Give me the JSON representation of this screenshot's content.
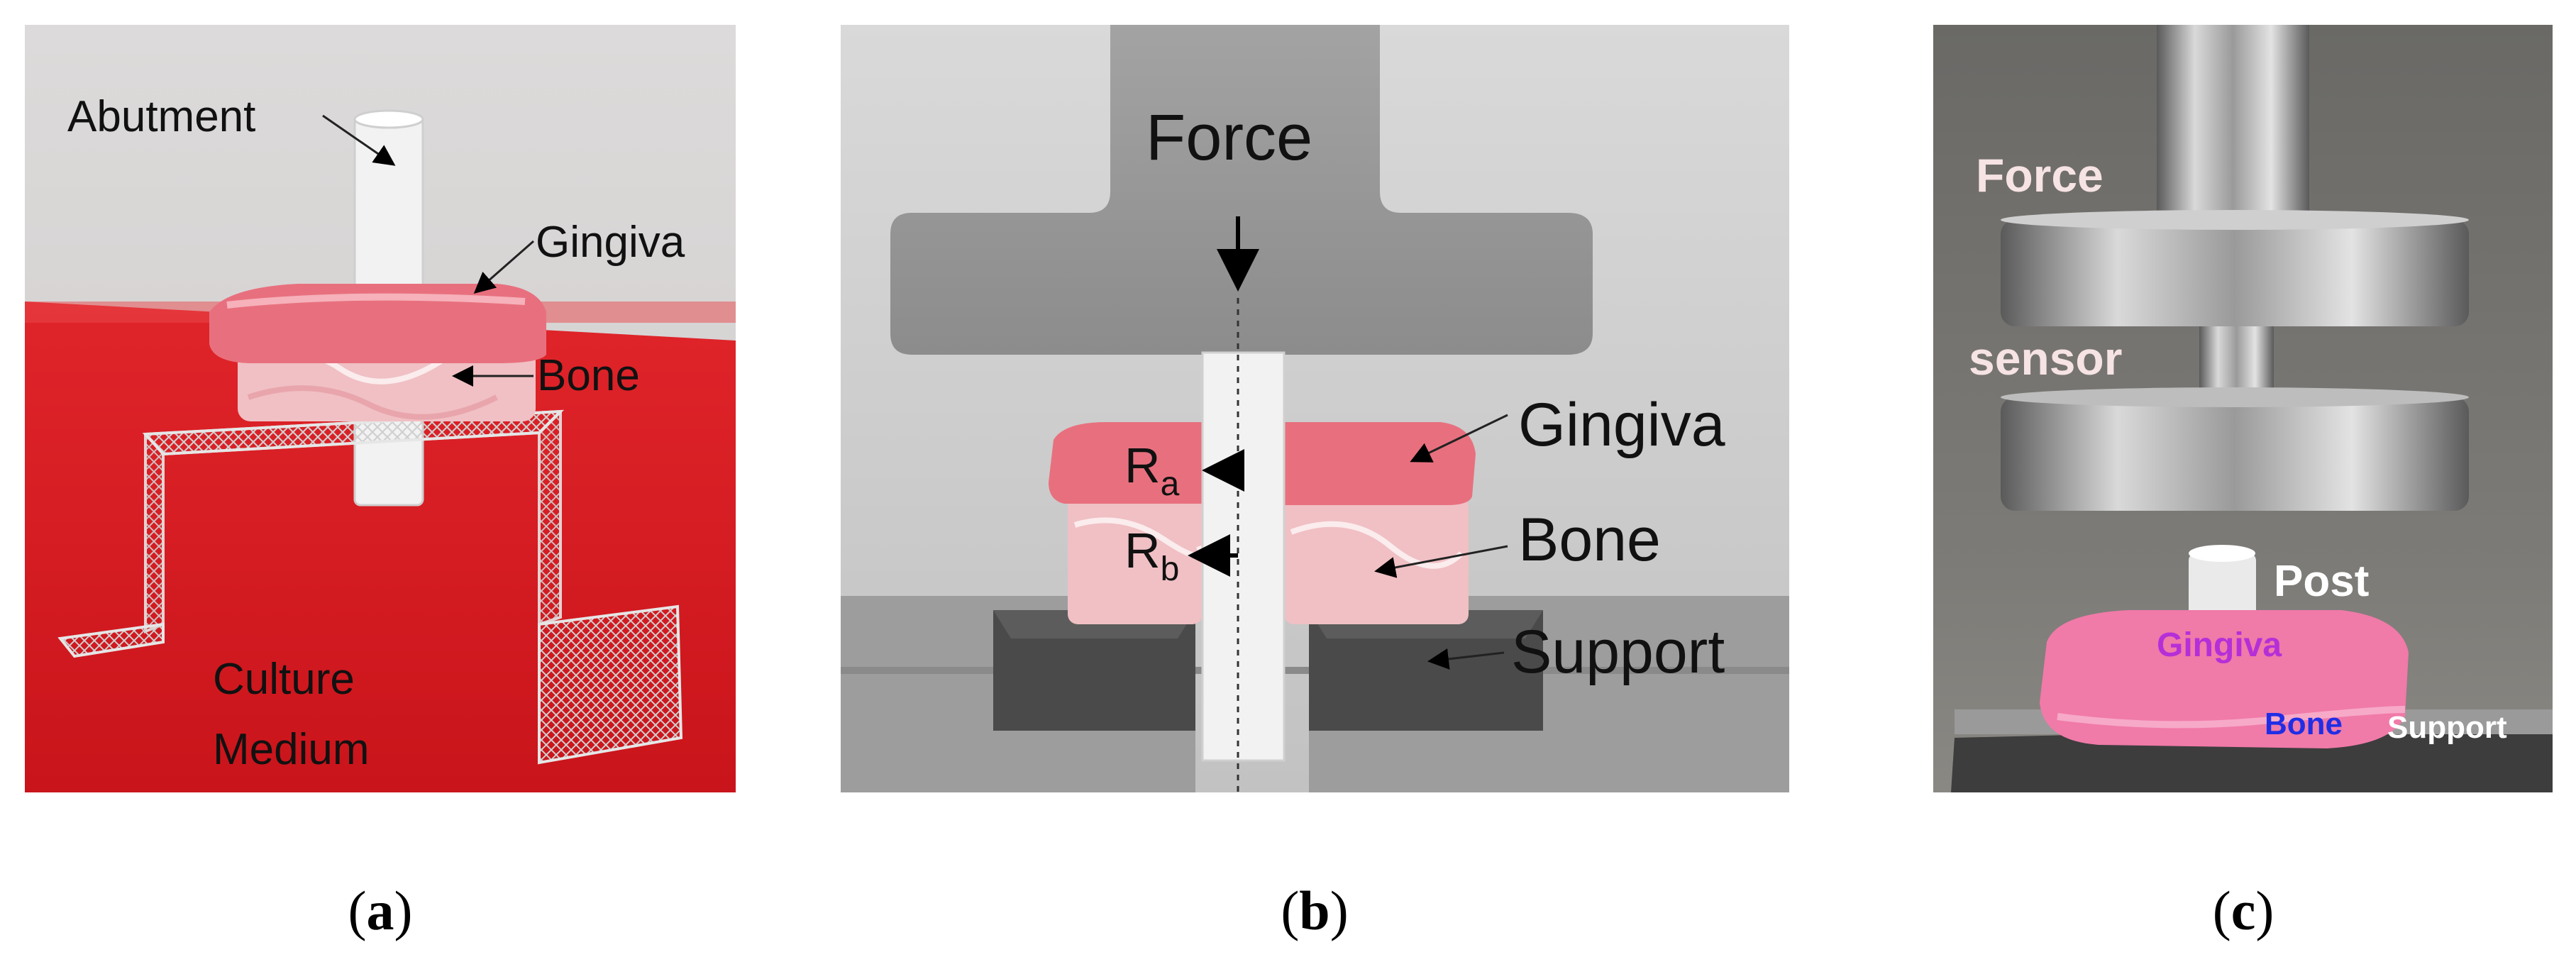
{
  "panel_a": {
    "labels": {
      "abutment": "Abutment",
      "gingiva": "Gingiva",
      "bone": "Bone",
      "culture_line1": "Culture",
      "culture_line2": "Medium"
    },
    "caption": {
      "open": "(",
      "letter": "a",
      "close": ")"
    }
  },
  "panel_b": {
    "labels": {
      "force": "Force",
      "gingiva": "Gingiva",
      "bone": "Bone",
      "support": "Support",
      "ra_main": "R",
      "ra_sub": "a",
      "rb_main": "R",
      "rb_sub": "b"
    },
    "caption": {
      "open": "(",
      "letter": "b",
      "close": ")"
    }
  },
  "panel_c": {
    "labels": {
      "force": "Force",
      "sensor": "sensor",
      "post": "Post",
      "gingiva": "Gingiva",
      "bone": "Bone",
      "support": "Support"
    },
    "caption": {
      "open": "(",
      "letter": "c",
      "close": ")"
    }
  },
  "colors": {
    "medium_red": "#d4151c",
    "gingiva_pink": "#e8707e",
    "bone_pink": "#f0c0c4",
    "support_gray": "#4a4a4a",
    "c_force_label": "#f6e3e3",
    "c_gingiva_label": "#b52fd8",
    "c_bone_label": "#1f2ee6",
    "c_support_label": "#ffffff"
  }
}
